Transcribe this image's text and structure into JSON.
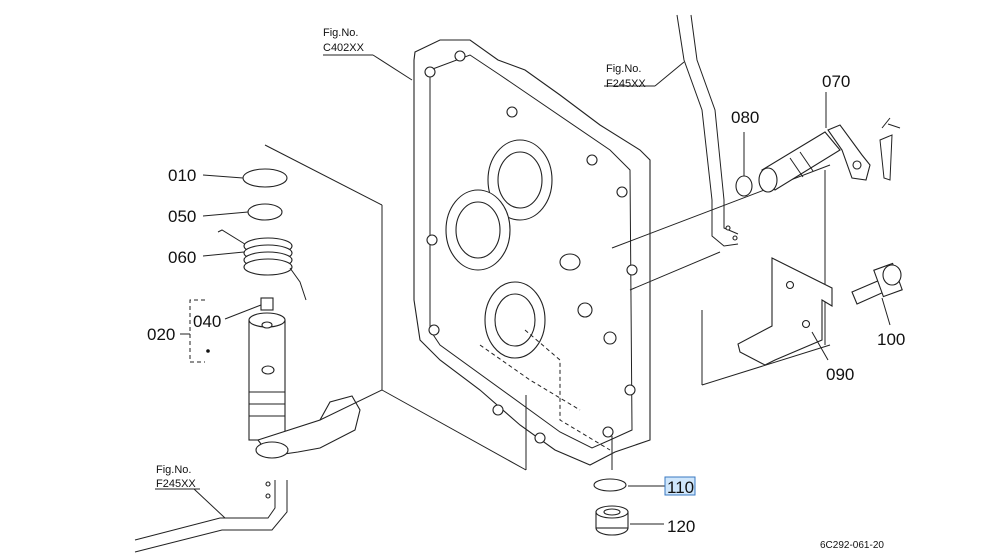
{
  "callouts": {
    "p010": "010",
    "p050": "050",
    "p060": "060",
    "p040": "040",
    "p020": "020",
    "p070": "070",
    "p080": "080",
    "p090": "090",
    "p100": "100",
    "p110": "110",
    "p120": "120"
  },
  "figure_refs": {
    "c402": {
      "prefix": "Fig.No.",
      "code": "C402XX"
    },
    "f245_top": {
      "prefix": "Fig.No.",
      "code": "F245XX"
    },
    "f245_bottom": {
      "prefix": "Fig.No.",
      "code": "F245XX"
    }
  },
  "diagram_code": "6C292-061-20",
  "highlight_color": "#cfe6fb"
}
